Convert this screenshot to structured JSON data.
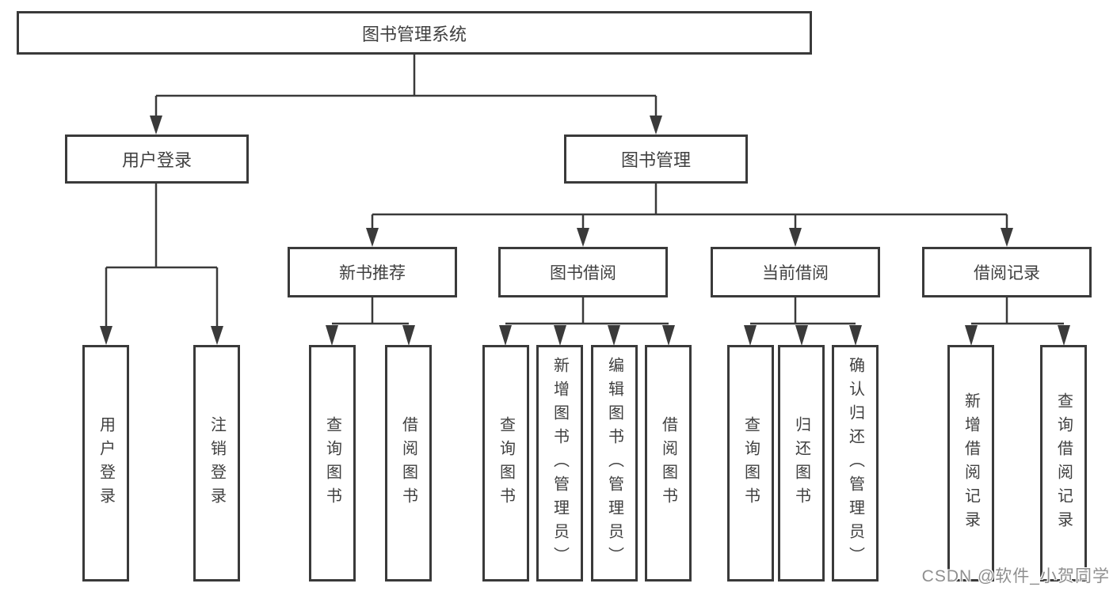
{
  "diagram": {
    "root": {
      "label": "图书管理系统",
      "children": [
        {
          "label": "用户登录",
          "children": [
            {
              "label": "用户登录"
            },
            {
              "label": "注销登录"
            }
          ]
        },
        {
          "label": "图书管理",
          "children": [
            {
              "label": "新书推荐",
              "children": [
                {
                  "label": "查询图书"
                },
                {
                  "label": "借阅图书"
                }
              ]
            },
            {
              "label": "图书借阅",
              "children": [
                {
                  "label": "查询图书"
                },
                {
                  "label": "新增图书（管理员）"
                },
                {
                  "label": "编辑图书（管理员）"
                },
                {
                  "label": "借阅图书"
                }
              ]
            },
            {
              "label": "当前借阅",
              "children": [
                {
                  "label": "查询图书"
                },
                {
                  "label": "归还图书"
                },
                {
                  "label": "确认归还（管理员）"
                }
              ]
            },
            {
              "label": "借阅记录",
              "children": [
                {
                  "label": "新增借阅记录"
                },
                {
                  "label": "查询借阅记录"
                }
              ]
            }
          ]
        }
      ]
    }
  },
  "watermark": {
    "text": "CSDN @软件_小贺同学"
  },
  "colors": {
    "line": "#3a3a3a",
    "fill": "#ffffff",
    "text": "#404040",
    "wm": "#8f8f8f",
    "bg": "#ffffff"
  }
}
